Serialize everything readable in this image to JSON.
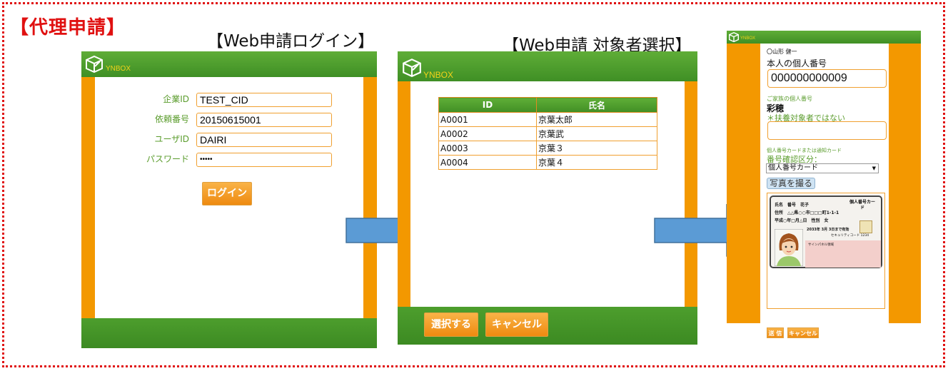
{
  "section_title": "【代理申請】",
  "captions": {
    "login": "【Web申請ログイン】",
    "select": "【Web申請 対象者選択】"
  },
  "brand": "YNBOX",
  "colors": {
    "green": "#4a9a2c",
    "orange": "#f39800",
    "red_border": "#e01010"
  },
  "login": {
    "fields": [
      {
        "label": "企業ID",
        "value": "TEST_CID"
      },
      {
        "label": "依頼番号",
        "value": "20150615001"
      },
      {
        "label": "ユーザID",
        "value": "DAIRI"
      },
      {
        "label": "パスワード",
        "value": "•••••"
      }
    ],
    "button": "ログイン"
  },
  "select": {
    "headers": [
      "ID",
      "氏名"
    ],
    "rows": [
      [
        "A0001",
        "京葉太郎"
      ],
      [
        "A0002",
        "京葉武"
      ],
      [
        "A0003",
        "京葉３"
      ],
      [
        "A0004",
        "京葉４"
      ]
    ],
    "buttons": {
      "select": "選択する",
      "cancel": "キャンセル"
    }
  },
  "personal": {
    "user_name": "〇山形 健一",
    "own_number_label": "本人の個人番号",
    "own_number_value": "000000000009",
    "family_label": "ご家族の個人番号",
    "family_name": "彩穂",
    "not_dependent": "＊扶養対象者ではない",
    "card_hint": "個人番号カードまたは通知カード",
    "confirm_label": "番号確認区分：",
    "confirm_value": "個人番号カード",
    "photo_button": "写真を撮る",
    "card": {
      "name": "氏名　番号　花子",
      "address": "住所　△△県○○市□□□町1-1-1",
      "birth": "平成○年□月△日　性別　女",
      "expiry": "2033年 3月 3日まで有効",
      "title": "個人番号カード",
      "code": "セキュリティコード 1234",
      "sign_field": "サインパネル領域"
    },
    "buttons": {
      "ok": "送 信",
      "cancel": "キャンセル"
    }
  }
}
